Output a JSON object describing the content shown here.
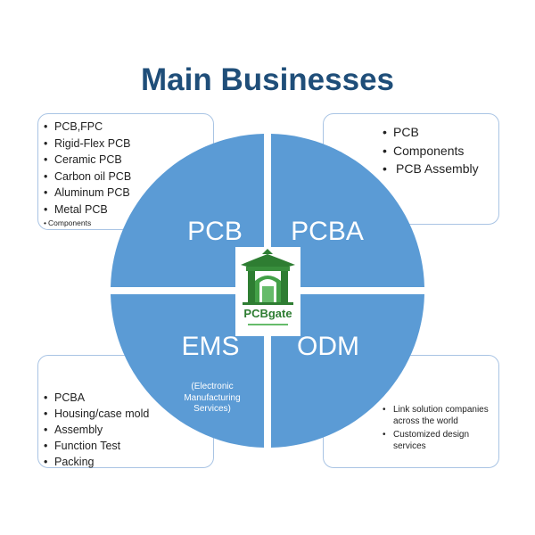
{
  "title": "Main Businesses",
  "colors": {
    "title": "#1f4e79",
    "quadrant": "#5b9bd5",
    "box_border": "#a9c4e4",
    "logo_green": "#2e7d32"
  },
  "quadrants": {
    "top_left": {
      "label": "PCB"
    },
    "top_right": {
      "label": "PCBA"
    },
    "bottom_left": {
      "label": "EMS",
      "sub_label_lines": [
        "(Electronic",
        "Manufacturing",
        "Services)"
      ]
    },
    "bottom_right": {
      "label": "ODM"
    }
  },
  "boxes": {
    "top_left": {
      "items": [
        "PCB,FPC",
        "Rigid-Flex PCB",
        "Ceramic PCB",
        "Carbon oil PCB",
        "Aluminum PCB",
        "Metal PCB"
      ],
      "small_item": "Components"
    },
    "top_right": {
      "items": [
        "PCB",
        "Components",
        "PCB Assembly"
      ]
    },
    "bottom_left": {
      "items": [
        "PCBA",
        "Housing/case mold",
        "Assembly",
        "Function Test",
        "Packing"
      ]
    },
    "bottom_right": {
      "items": [
        "Link solution companies across the world",
        "Customized design services"
      ]
    }
  },
  "logo": {
    "icon": "pagoda-gate-logo-icon",
    "word": "PCBgate"
  }
}
